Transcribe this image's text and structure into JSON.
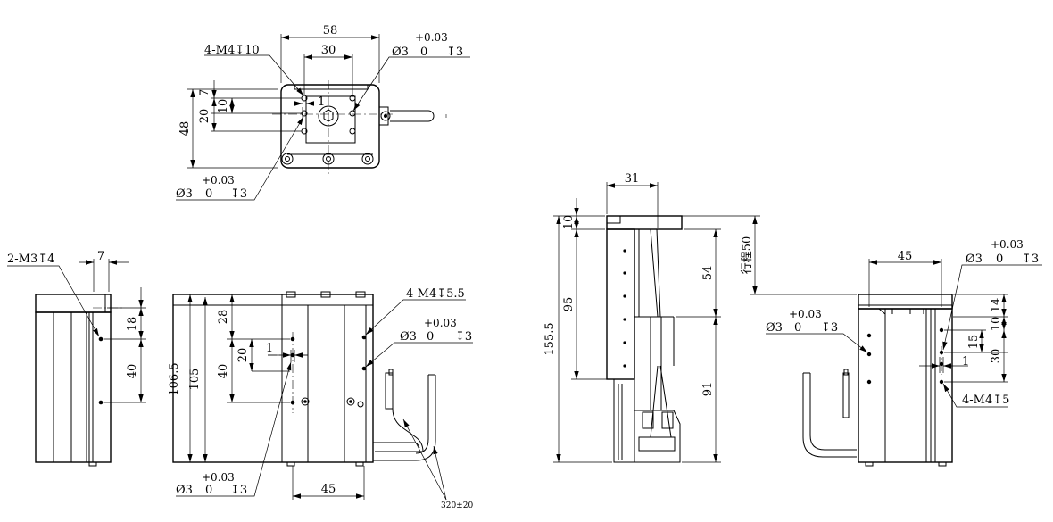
{
  "top_view": {
    "dim_width": "58",
    "dim_pitch": "30",
    "dim_height": "48",
    "dim_row1": "7",
    "dim_row2": "10",
    "dim_row3": "20",
    "dim_offset": "1",
    "note_tap": "4-M4↧10",
    "pin_top": {
      "tol": "+0.03",
      "dia": "Ø3",
      "zero": "0",
      "depth": "↧3"
    },
    "pin_bottom": {
      "tol": "+0.03",
      "dia": "Ø3",
      "zero": "0",
      "depth": "↧3"
    }
  },
  "left_view": {
    "note_tap": "2-M3↧4",
    "dim_top": "7",
    "dim_18": "18",
    "dim_40": "40"
  },
  "front_view": {
    "dim_overall": "106.5",
    "dim_body": "105",
    "dim_28": "28",
    "dim_20": "20",
    "dim_40": "40",
    "dim_1": "1",
    "dim_45": "45",
    "note_tap": "4-M4↧5.5",
    "pin_right": {
      "tol": "+0.03",
      "dia": "Ø3",
      "zero": "0",
      "depth": "↧3"
    },
    "pin_bottom": {
      "tol": "+0.03",
      "dia": "Ø3",
      "zero": "0",
      "depth": "↧3"
    },
    "cable": "320±20"
  },
  "side_view": {
    "dim_31": "31",
    "dim_10": "10",
    "dim_155": "155.5",
    "dim_95": "95",
    "dim_54": "54",
    "dim_91": "91",
    "stroke": "行程50"
  },
  "right_view": {
    "dim_45": "45",
    "dim_14": "14",
    "dim_10": "10",
    "dim_15": "15",
    "dim_30": "30",
    "dim_1": "1",
    "note_tap": "4-M4↧5",
    "pin_left": {
      "tol": "+0.03",
      "dia": "Ø3",
      "zero": "0",
      "depth": "↧3"
    },
    "pin_top": {
      "tol": "+0.03",
      "dia": "Ø3",
      "zero": "0",
      "depth": "↧3"
    }
  }
}
